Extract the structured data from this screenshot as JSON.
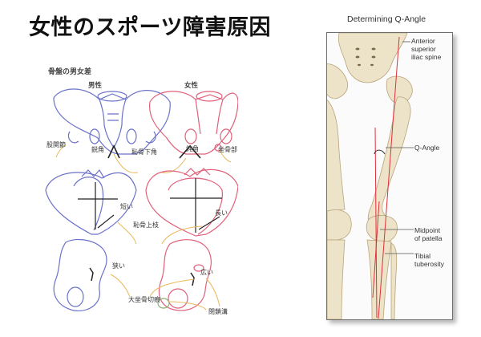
{
  "slide": {
    "title": "女性のスポーツ障害原因"
  },
  "pelvis_panel": {
    "heading": "骨盤の男女差",
    "columns": {
      "male": "男性",
      "female": "女性"
    },
    "colors": {
      "male_outline": "#6b72c9",
      "female_outline": "#e0607a",
      "leader_line": "#e8b85a",
      "arrow": "#222222"
    },
    "labels": {
      "hip_joint": "股関節",
      "acute_angle": "鋭角",
      "subpubic_angle": "恥骨下角",
      "obtuse_angle": "鈍角",
      "acetabulum": "坐骨部",
      "short": "短い",
      "long": "長い",
      "pubic_upper": "恥骨上枝",
      "narrow": "狭い",
      "wide": "広い",
      "greater_sciatic_notch": "大坐骨切痕",
      "obturator_groove": "閉鎖溝"
    }
  },
  "q_angle_panel": {
    "title": "Determining Q-Angle",
    "labels": {
      "asis": "Anterior\nsuperior\niliac spine",
      "q_angle": "Q-Angle",
      "patella": "Midpoint\nof patella",
      "tibial": "Tibial\ntuberosity"
    },
    "colors": {
      "bone": "#ede3c8",
      "bone_outline": "#b8a47a",
      "line": "#e0303a",
      "frame": "#6e6e6e"
    }
  }
}
